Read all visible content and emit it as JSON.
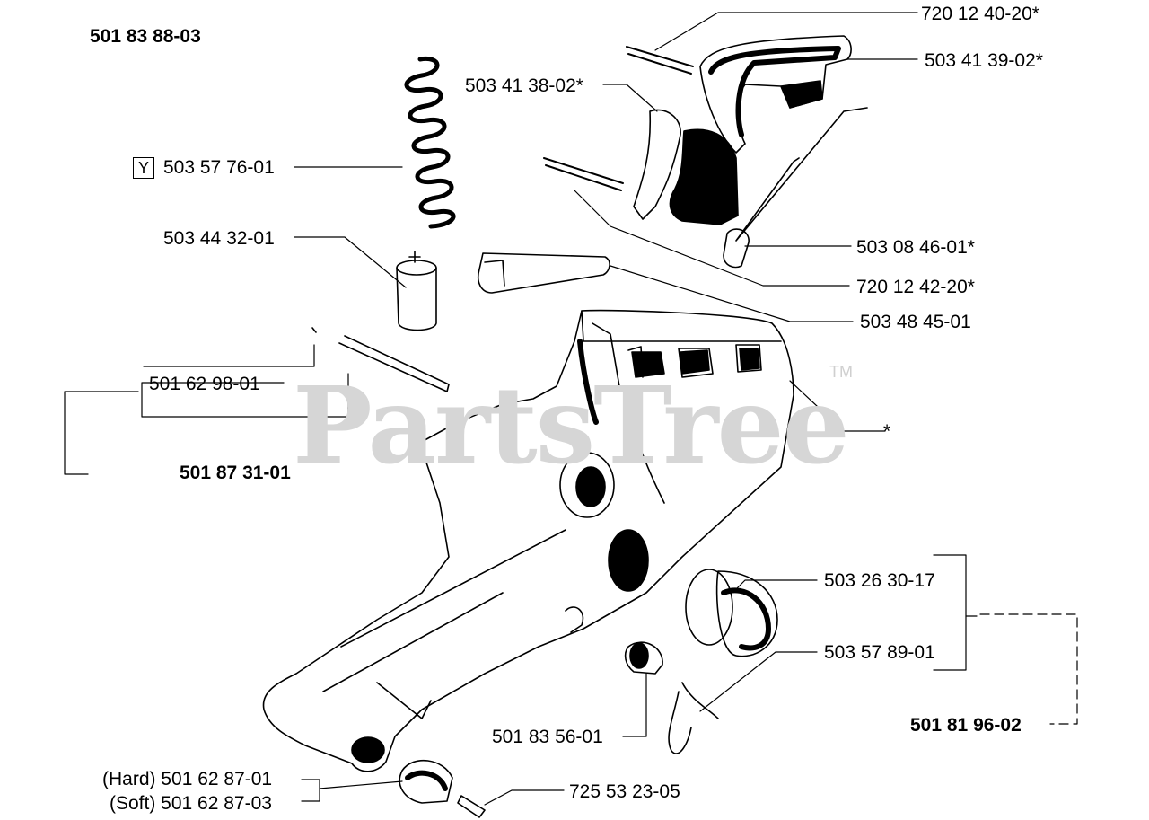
{
  "assembly_numbers": {
    "top_kit": "501 83 88-03",
    "filter_kit": "501 87 31-01",
    "cap_kit": "501 81 96-02"
  },
  "parts": {
    "p_720_12_40_20": "720 12 40-20*",
    "p_503_41_39_02": "503 41 39-02*",
    "p_503_41_38_02": "503 41 38-02*",
    "p_503_57_76_01": "503 57 76-01",
    "p_503_08_46_01": "503 08 46-01*",
    "p_503_44_32_01": "503 44 32-01",
    "p_720_12_42_20": "720 12 42-20*",
    "p_503_48_45_01": "503 48 45-01",
    "p_501_62_98_01": "501 62 98-01",
    "p_asterisk": "*",
    "p_503_26_30_17": "503 26 30-17",
    "p_503_57_89_01": "503 57 89-01",
    "p_501_83_56_01": "501 83 56-01",
    "p_hard": "(Hard) 501 62 87-01",
    "p_soft": "(Soft) 501 62 87-03",
    "p_725_53_23_05": "725 53 23-05"
  },
  "marker": "Y",
  "watermark": {
    "text": "PartsTree",
    "tm": "TM"
  }
}
